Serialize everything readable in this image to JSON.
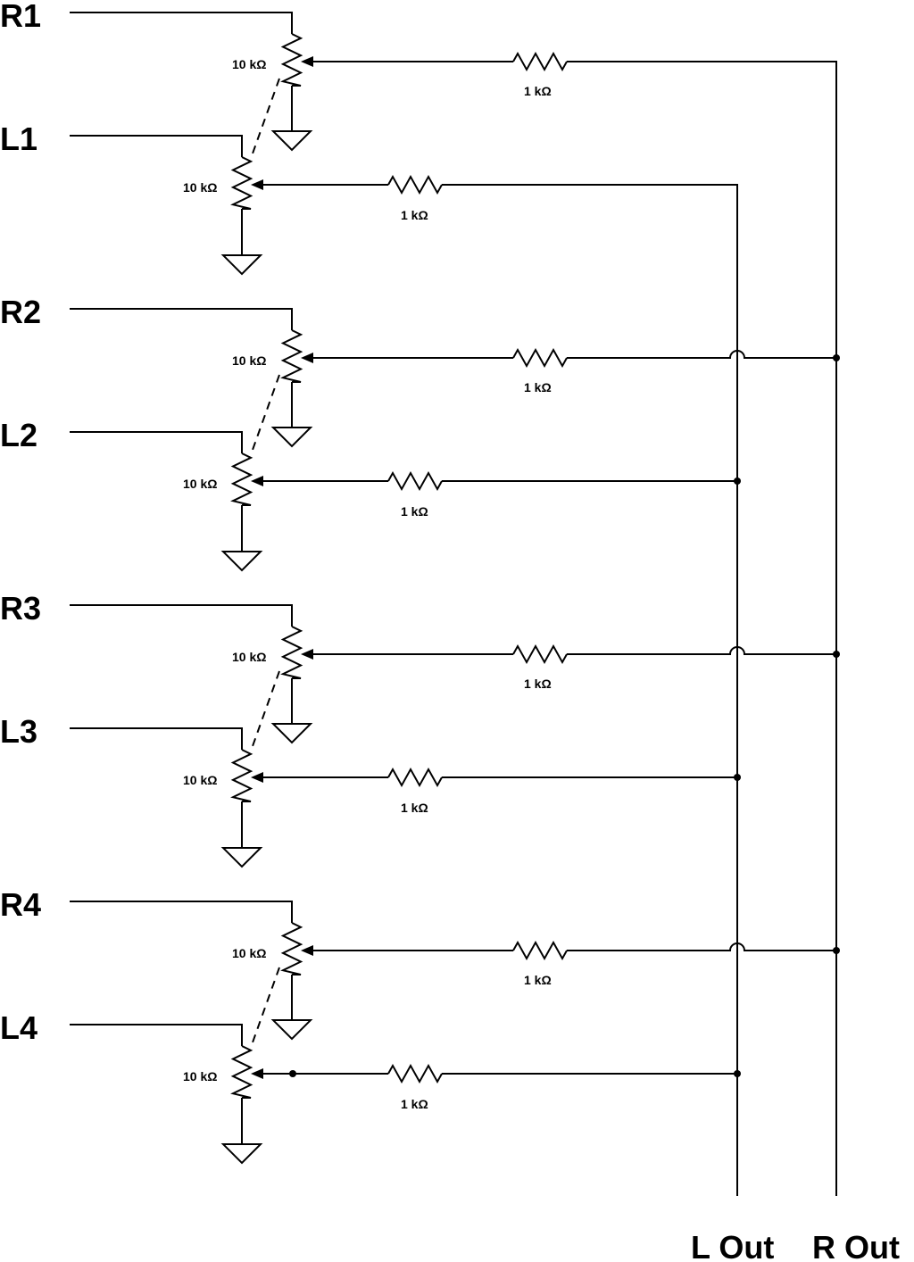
{
  "channels": [
    {
      "r_label": "R1",
      "l_label": "L1",
      "pot_r": "10 kΩ",
      "pot_l": "10 kΩ",
      "res_r": "1 kΩ",
      "res_l": "1 kΩ"
    },
    {
      "r_label": "R2",
      "l_label": "L2",
      "pot_r": "10 kΩ",
      "pot_l": "10 kΩ",
      "res_r": "1 kΩ",
      "res_l": "1 kΩ"
    },
    {
      "r_label": "R3",
      "l_label": "L3",
      "pot_r": "10 kΩ",
      "pot_l": "10 kΩ",
      "res_r": "1 kΩ",
      "res_l": "1 kΩ"
    },
    {
      "r_label": "R4",
      "l_label": "L4",
      "pot_r": "10 kΩ",
      "pot_l": "10 kΩ",
      "res_r": "1 kΩ",
      "res_l": "1 kΩ"
    }
  ],
  "outputs": {
    "left": "L Out",
    "right": "R Out"
  }
}
